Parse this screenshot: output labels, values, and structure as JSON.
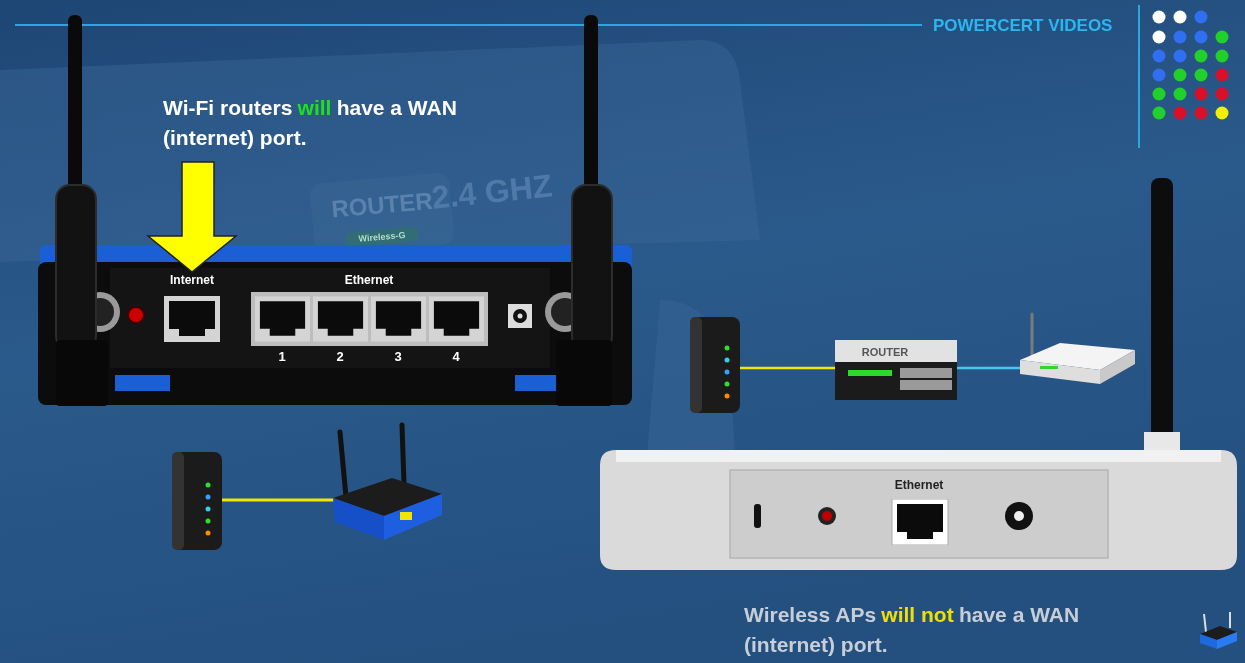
{
  "diagram": {
    "labels": [
      "POWERCERT VIDEOS",
      "Wi-Fi routers",
      "will",
      "have a WAN (internet) port.",
      "ROUTER",
      "Wireless-G",
      "2.4 GHZ",
      "Internet",
      "Ethernet",
      "1",
      "2",
      "3",
      "4",
      "ROUTER",
      "Ethernet",
      "Wireless APs",
      "will not",
      "have a WAN (internet) port."
    ]
  }
}
